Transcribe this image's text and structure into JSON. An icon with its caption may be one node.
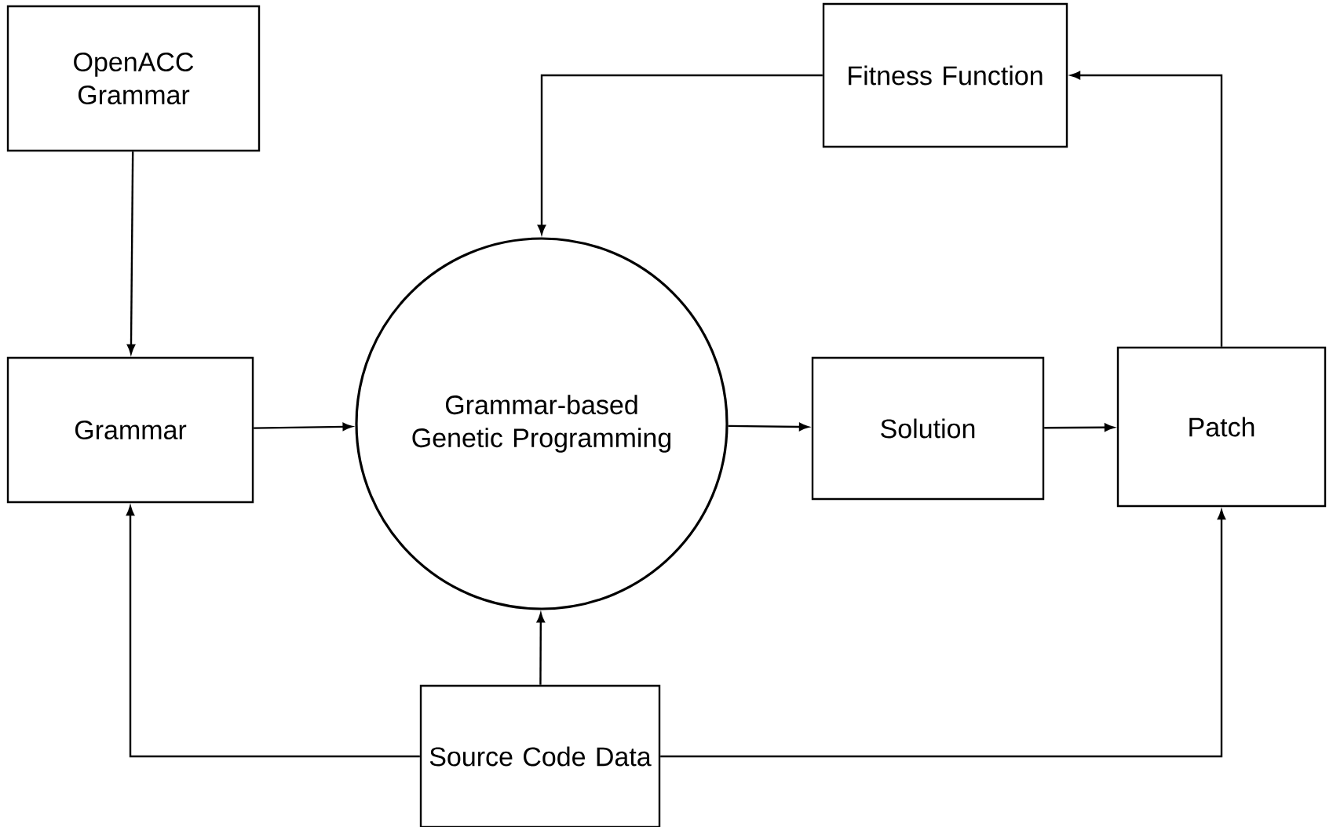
{
  "diagram": {
    "nodes": [
      {
        "text": [
          "OpenACC Grammar"
        ]
      },
      {
        "text": [
          "Fitness Function"
        ]
      },
      {
        "text": [
          "Grammar"
        ]
      },
      {
        "text": [
          "Grammar-based Genetic Programming"
        ]
      },
      {
        "text": [
          "Solution"
        ]
      },
      {
        "text": [
          "Patch"
        ]
      },
      {
        "text": [
          "Source Code Data"
        ]
      }
    ],
    "edges": [
      {
        "from": 0,
        "to": 2,
        "arrow": "to"
      },
      {
        "from": 1,
        "to": 3,
        "arrow": "to"
      },
      {
        "from": 2,
        "to": 3,
        "arrow": "to"
      },
      {
        "from": 3,
        "to": 4,
        "arrow": "to"
      },
      {
        "from": 4,
        "to": 5,
        "arrow": "to"
      },
      {
        "from": 5,
        "to": 1,
        "arrow": "to"
      },
      {
        "from": 6,
        "to": 3,
        "arrow": "to"
      },
      {
        "from": 6,
        "to": 2,
        "arrow": "to"
      },
      {
        "from": 6,
        "to": 5,
        "arrow": "to"
      }
    ]
  }
}
